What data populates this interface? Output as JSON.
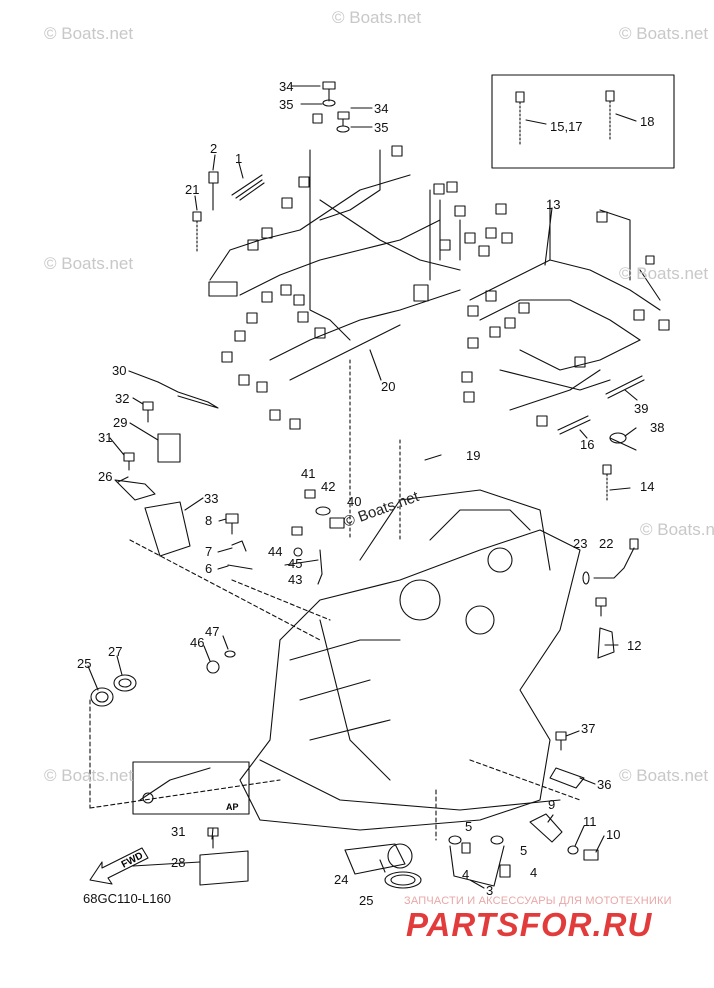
{
  "watermark_text": "© Boats.net",
  "diagram_code": "68GC110-L160",
  "fwd_label": "FWD",
  "ap_label": "AP",
  "shop_banner": {
    "subtitle": "ЗАПЧАСТИ И АКСЕССУАРЫ ДЛЯ МОТОТЕХНИКИ",
    "name": "PARTSFOR.RU"
  },
  "callouts": {
    "c34a": "34",
    "c35a": "35",
    "c34b": "34",
    "c35b": "35",
    "c15_17": "15,17",
    "c18": "18",
    "c2": "2",
    "c1": "1",
    "c21": "21",
    "c13": "13",
    "c20": "20",
    "c30": "30",
    "c32": "32",
    "c29": "29",
    "c31a": "31",
    "c26": "26",
    "c33": "33",
    "c39": "39",
    "c16": "16",
    "c38": "38",
    "c19": "19",
    "c14": "14",
    "c41": "41",
    "c42": "42",
    "c40": "40",
    "c8": "8",
    "c7": "7",
    "c6": "6",
    "c44": "44",
    "c45": "45",
    "c43": "43",
    "c23": "23",
    "c22": "22",
    "c12": "12",
    "c47": "47",
    "c46": "46",
    "c27": "27",
    "c25a": "25",
    "c37": "37",
    "c36": "36",
    "c9": "9",
    "c11": "11",
    "c10": "10",
    "c5a": "5",
    "c4a": "4",
    "c5b": "5",
    "c4b": "4",
    "c3": "3",
    "c31b": "31",
    "c28": "28",
    "c24": "24",
    "c25b": "25"
  },
  "colors": {
    "line": "#111111",
    "watermark": "#c8c8c8",
    "brand": "#e23b3b"
  }
}
